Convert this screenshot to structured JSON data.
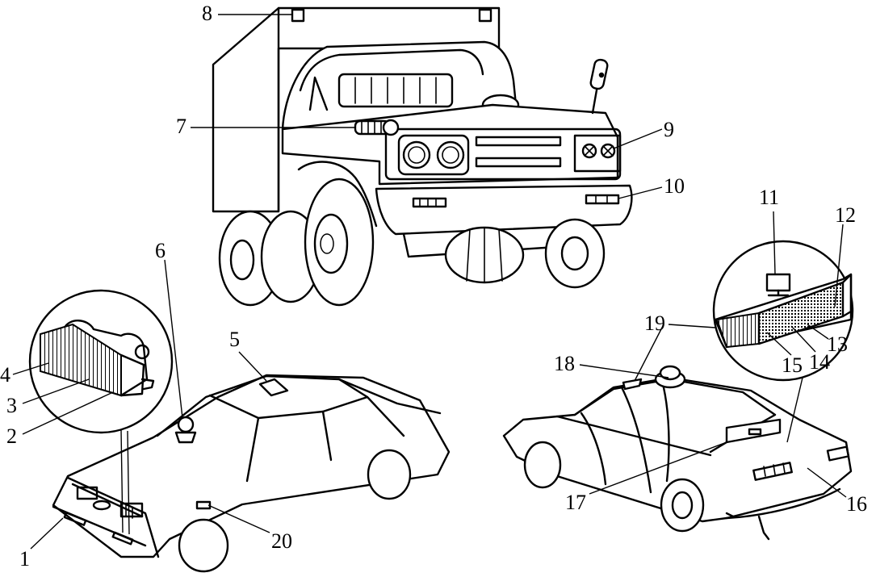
{
  "figure": {
    "callouts": [
      {
        "id": "1",
        "text": "1"
      },
      {
        "id": "2",
        "text": "2"
      },
      {
        "id": "3",
        "text": "3"
      },
      {
        "id": "4",
        "text": "4"
      },
      {
        "id": "5",
        "text": "5"
      },
      {
        "id": "6",
        "text": "6"
      },
      {
        "id": "7",
        "text": "7"
      },
      {
        "id": "8",
        "text": "8"
      },
      {
        "id": "9",
        "text": "9"
      },
      {
        "id": "10",
        "text": "10"
      },
      {
        "id": "11",
        "text": "11"
      },
      {
        "id": "12",
        "text": "12"
      },
      {
        "id": "13",
        "text": "13"
      },
      {
        "id": "14",
        "text": "14"
      },
      {
        "id": "15",
        "text": "15"
      },
      {
        "id": "16",
        "text": "16"
      },
      {
        "id": "17",
        "text": "17"
      },
      {
        "id": "18",
        "text": "18"
      },
      {
        "id": "19",
        "text": "19"
      },
      {
        "id": "20",
        "text": "20"
      }
    ]
  }
}
